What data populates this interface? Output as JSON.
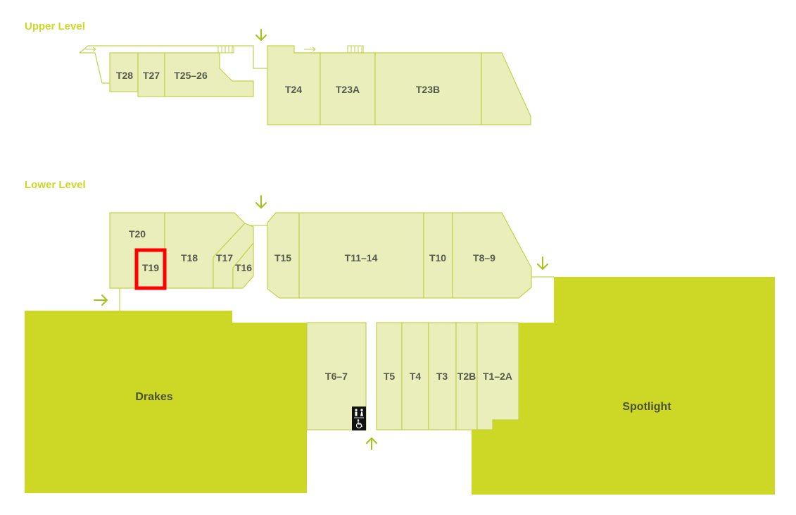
{
  "levels": {
    "upper": {
      "title": "Upper Level"
    },
    "lower": {
      "title": "Lower Level"
    }
  },
  "colors": {
    "accent": "#ccd825",
    "unit_fill": "#e9eebb",
    "unit_stroke": "#c3d24a",
    "highlight": "#ff0000",
    "label": "#555a4a"
  },
  "upper_units": [
    "T28",
    "T27",
    "T25–26",
    "T24",
    "T23A",
    "T23B"
  ],
  "lower_units": [
    "T20",
    "T19",
    "T18",
    "T17",
    "T16",
    "T15",
    "T11–14",
    "T10",
    "T8–9",
    "T6–7",
    "T5",
    "T4",
    "T3",
    "T2B",
    "T1–2A"
  ],
  "anchors": [
    "Drakes",
    "Spotlight"
  ],
  "highlighted_unit": "T19",
  "icons": [
    "down-arrow-icon",
    "right-arrow-icon",
    "up-arrow-icon",
    "restroom-accessible-icon"
  ]
}
